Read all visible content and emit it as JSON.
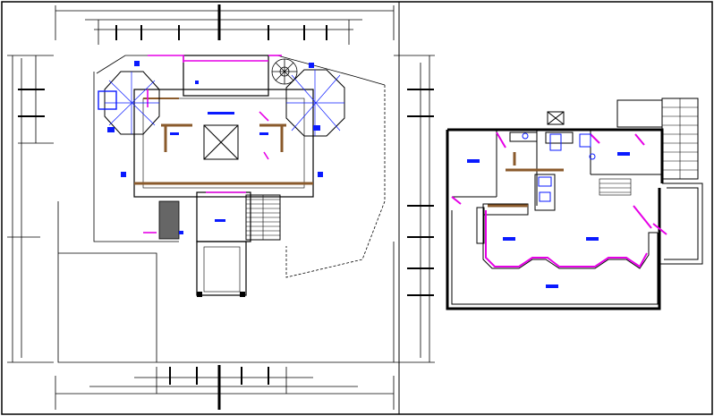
{
  "drawing": {
    "colors": {
      "line": "#000000",
      "dimension": "#333333",
      "wall_hatch": "#8a5a2b",
      "magenta": "#e600e6",
      "blue": "#0a1aff",
      "paper": "#ffffff"
    },
    "left_plan": {
      "room_labels": [],
      "furniture": [
        "octagon-gazebo-left",
        "octagon-gazebo-right",
        "spiral-stair",
        "central-fountain",
        "main-stair",
        "entrance-porch"
      ]
    },
    "right_plan": {
      "room_labels": [],
      "furniture": [
        "kitchen-counter",
        "bath-fixtures",
        "dining-bay",
        "stair"
      ]
    }
  }
}
